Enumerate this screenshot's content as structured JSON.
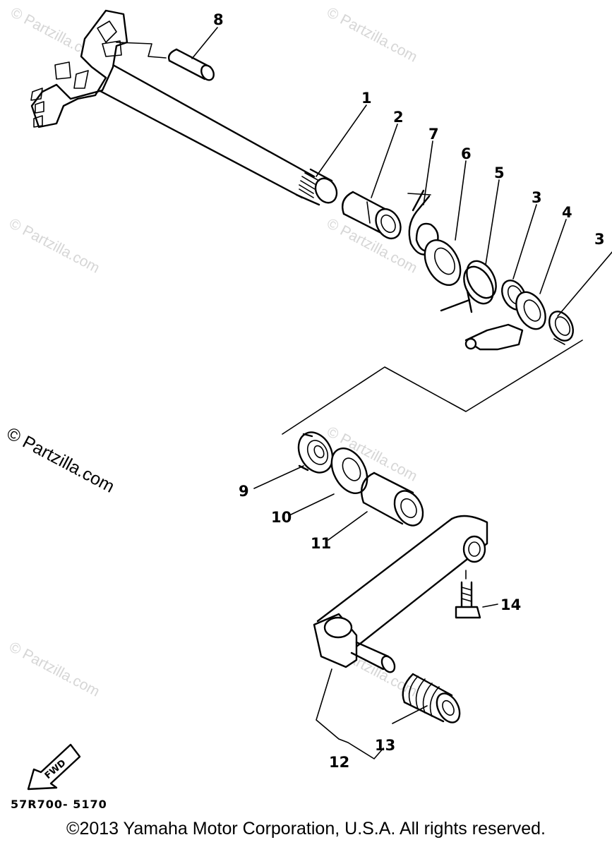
{
  "watermarks": {
    "faint": [
      "© Partzilla.com",
      "© Partzilla.com",
      "© Partzilla.com",
      "© Partzilla.com",
      "© Partzilla.com",
      "© Partzilla.com",
      "© Partzilla.com",
      "© Partzilla.com"
    ],
    "strong": "© Partzilla.com"
  },
  "callouts": {
    "c1": "1",
    "c2": "2",
    "c3a": "3",
    "c3b": "3",
    "c4": "4",
    "c5": "5",
    "c6": "6",
    "c7": "7",
    "c8": "8",
    "c9": "9",
    "c10": "10",
    "c11": "11",
    "c12": "12",
    "c13": "13",
    "c14": "14"
  },
  "fwd_arrow_label": "FWD",
  "diagram_code": "57R700- 5170",
  "copyright": "©2013  Yamaha Motor Corporation, U.S.A. All rights reserved."
}
